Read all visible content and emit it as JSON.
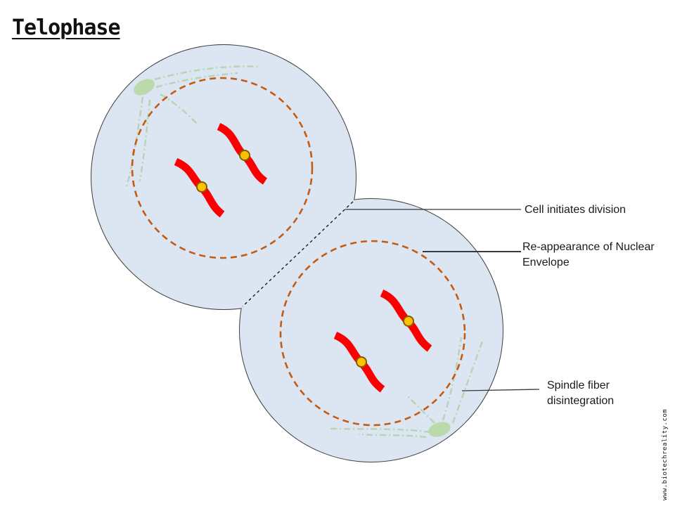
{
  "title": "Telophase",
  "labels": {
    "cell_division": "Cell initiates division",
    "nuclear_envelope": [
      "Re-appearance of Nuclear",
      "Envelope"
    ],
    "spindle_fiber": [
      "Spindle fiber",
      "disintegration"
    ]
  },
  "watermark": "www.biotechreality.com",
  "colors": {
    "cell_fill": "#dce6f2",
    "cell_outline": "#3f3f3f",
    "nuclear_envelope": "#c55a11",
    "chromosome": "#fb0000",
    "centromere_fill": "#ffc000",
    "centromere_outline": "#7f6000",
    "spindle_fiber": "#93c47d",
    "centrosome_fill": "#b5d7a0",
    "division_line": "#1a1a1a",
    "leader_line": "#3a3a3a",
    "text": "#1a1a1a"
  }
}
